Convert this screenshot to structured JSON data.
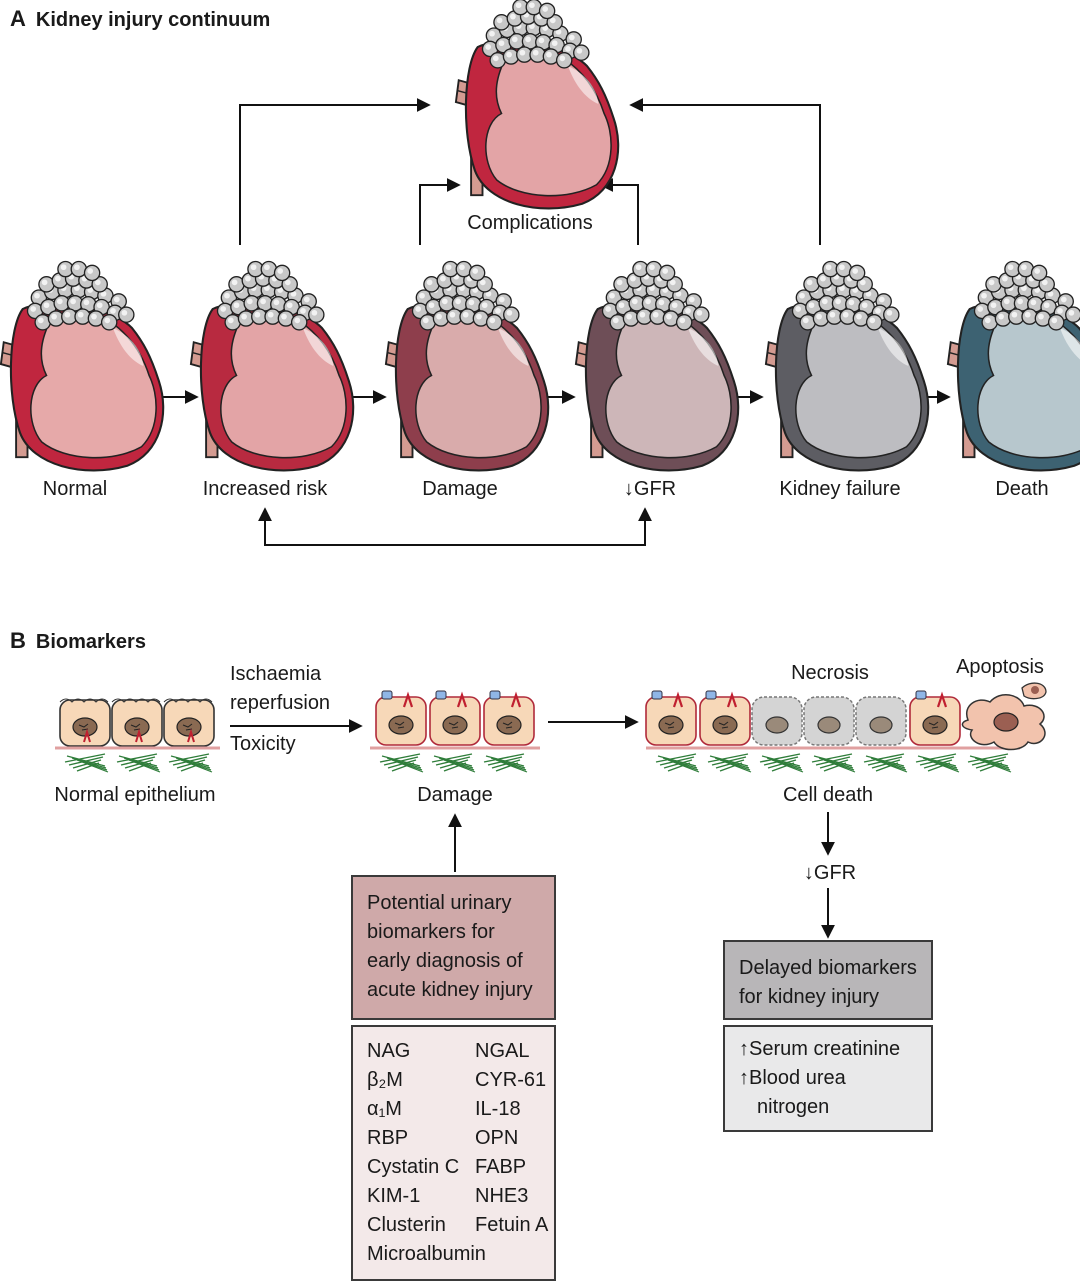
{
  "panel_a": {
    "letter": "A",
    "title": "Kidney injury continuum",
    "complications_label": "Complications",
    "stages": [
      {
        "label": "Normal",
        "rim": "#c0263f",
        "body": "#e6a9a9"
      },
      {
        "label": "Increased risk",
        "rim": "#b82a40",
        "body": "#e3a4a6"
      },
      {
        "label": "Damage",
        "rim": "#8e3e4c",
        "body": "#d9abab"
      },
      {
        "label": "↓GFR",
        "rim": "#6e4e57",
        "body": "#cdb6b8"
      },
      {
        "label": "Kidney failure",
        "rim": "#5d5d63",
        "body": "#bdbdc1"
      },
      {
        "label": "Death",
        "rim": "#3d6272",
        "body": "#b7c7cd"
      }
    ]
  },
  "panel_b": {
    "letter": "B",
    "title": "Biomarkers",
    "normal_epithelium": "Normal epithelium",
    "insults": [
      "Ischaemia",
      "reperfusion",
      "Toxicity"
    ],
    "damage": "Damage",
    "necrosis": "Necrosis",
    "apoptosis": "Apoptosis",
    "cell_death": "Cell death",
    "gfr": "↓GFR",
    "early_box": {
      "lines": [
        "Potential urinary",
        "biomarkers for",
        "early diagnosis of",
        "acute kidney injury"
      ]
    },
    "early_markers": {
      "left": [
        "NAG",
        "β₂M",
        "α₁M",
        "RBP",
        "Cystatin C",
        "KIM-1",
        "Clusterin",
        "Microalbumin"
      ],
      "right": [
        "NGAL",
        "CYR-61",
        "IL-18",
        "OPN",
        "FABP",
        "NHE3",
        "Fetuin A"
      ]
    },
    "delayed_box": {
      "lines": [
        "Delayed biomarkers",
        "for kidney injury"
      ]
    },
    "delayed_markers": [
      "↑Serum creatinine",
      "↑Blood urea",
      "nitrogen"
    ]
  }
}
